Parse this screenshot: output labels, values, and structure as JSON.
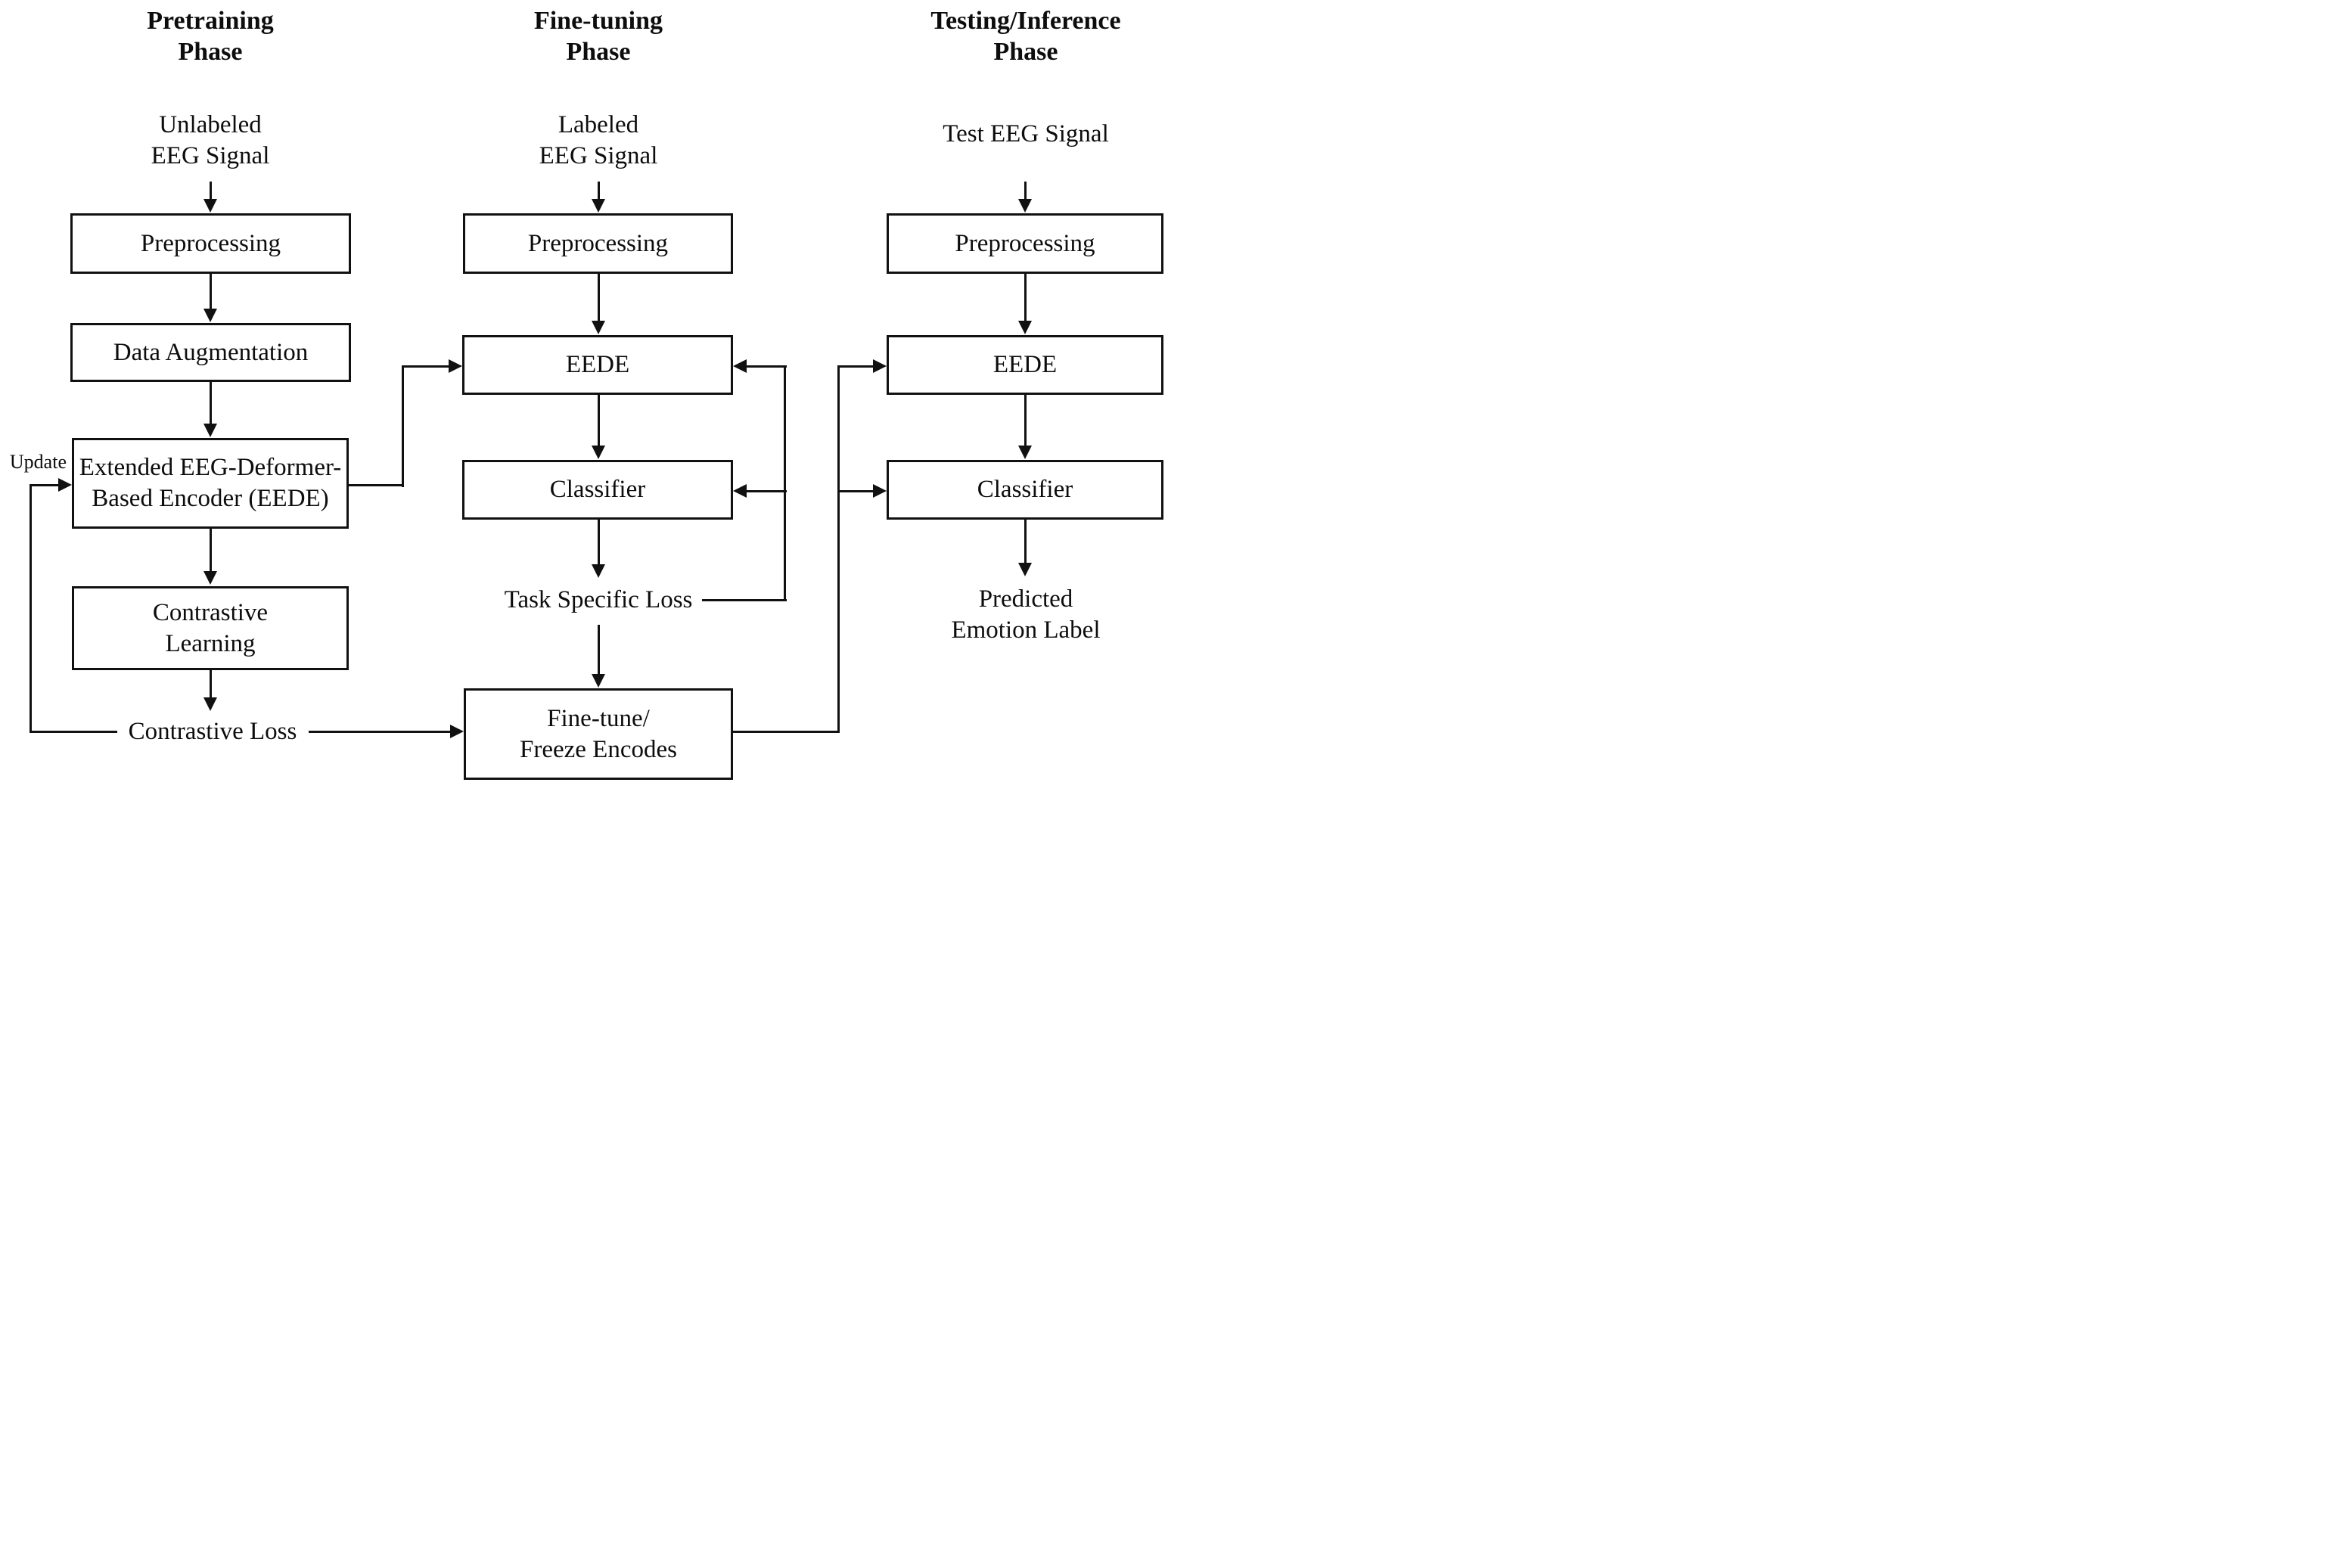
{
  "colors": {
    "background": "#ffffff",
    "line": "#111111",
    "box_fill": "#ffffff",
    "text": "#0d0d0d"
  },
  "phases": {
    "pretraining": {
      "header": "Pretraining\nPhase",
      "source": "Unlabeled\nEEG Signal",
      "boxes": {
        "preprocessing": "Preprocessing",
        "data_augmentation": "Data Augmentation",
        "encoder": "Extended EEG-Deformer-\nBased Encoder (EEDE)",
        "contrastive_learning": "Contrastive\nLearning"
      },
      "labels": {
        "update": "Update",
        "contrastive_loss": "Contrastive Loss"
      }
    },
    "finetuning": {
      "header": "Fine-tuning\nPhase",
      "source": "Labeled\nEEG Signal",
      "boxes": {
        "preprocessing": "Preprocessing",
        "eede": "EEDE",
        "classifier": "Classifier",
        "finetune_freeze": "Fine-tune/\nFreeze Encodes"
      },
      "labels": {
        "task_specific_loss": "Task Specific Loss"
      }
    },
    "testing": {
      "header": "Testing/Inference\nPhase",
      "source": "Test EEG Signal",
      "boxes": {
        "preprocessing": "Preprocessing",
        "eede": "EEDE",
        "classifier": "Classifier"
      },
      "labels": {
        "predicted_label": "Predicted\nEmotion Label"
      }
    }
  }
}
